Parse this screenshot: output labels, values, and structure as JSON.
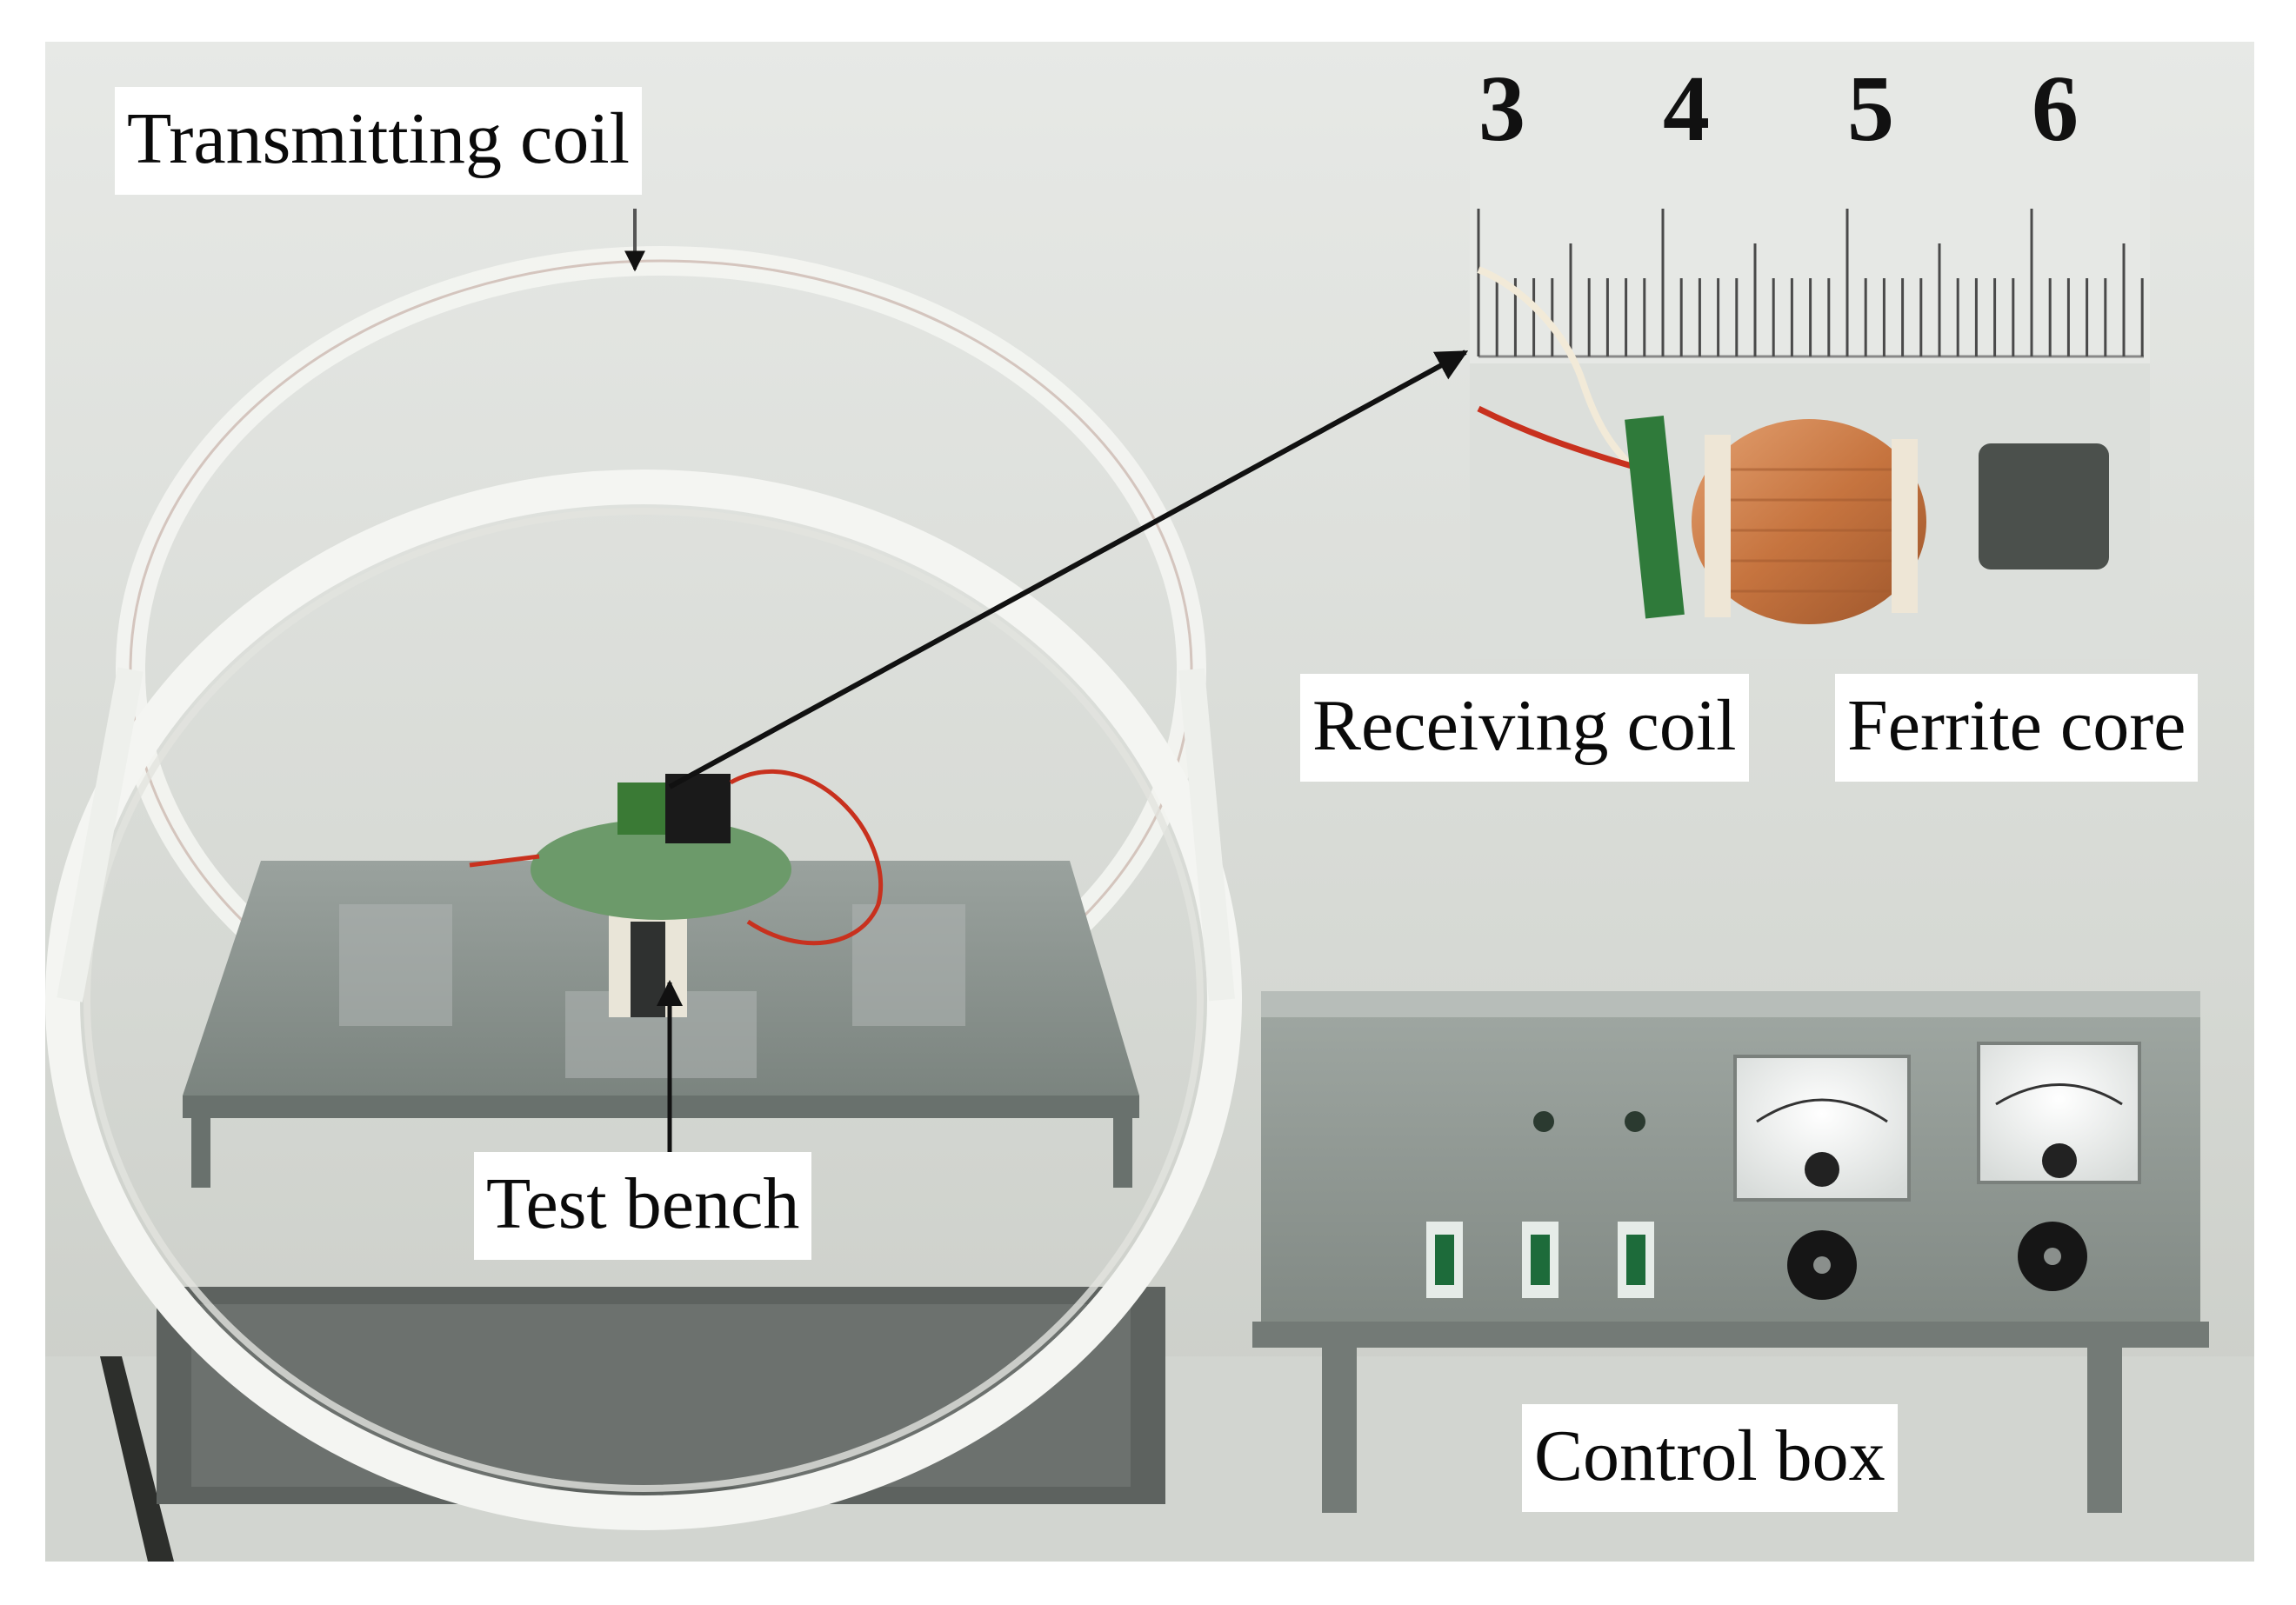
{
  "labels": {
    "transmitting_coil": "Transmitting coil",
    "receiving_coil": "Receiving coil",
    "ferrite_core": "Ferrite core",
    "test_bench": "Test bench",
    "control_box": "Control box"
  },
  "ruler": {
    "numbers": [
      "3",
      "4",
      "5",
      "6"
    ]
  },
  "colors": {
    "wall": "#d9dcd7",
    "coil_ring": "#f4f5f2",
    "bench": "#8b9490",
    "control_box": "#8f9792",
    "copper": "#c9784a",
    "ferrite": "#4b504c",
    "wire_red": "#c8311e",
    "arrow": "#111111"
  }
}
